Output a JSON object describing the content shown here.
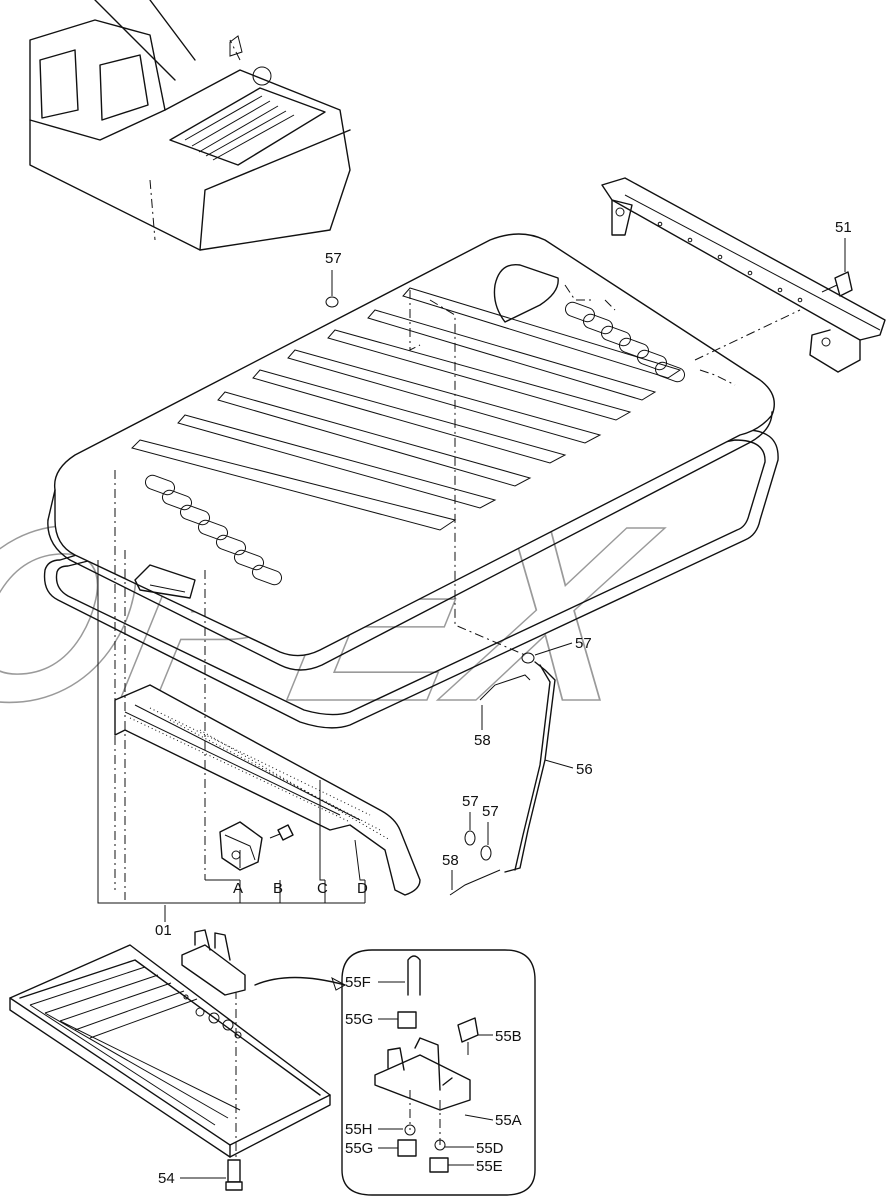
{
  "watermark": "OPEX",
  "callouts": {
    "p01": "01",
    "p51": "51",
    "p54": "54",
    "p55A": "55A",
    "p55B": "55B",
    "p55D": "55D",
    "p55E": "55E",
    "p55F": "55F",
    "p55G_top": "55G",
    "p55G_bottom": "55G",
    "p55H": "55H",
    "p56": "56",
    "p57_top": "57",
    "p57_right": "57",
    "p57_lower_left": "57",
    "p57_lower_right": "57",
    "p58_upper": "58",
    "p58_lower": "58",
    "subA": "A",
    "subB": "B",
    "subC": "C",
    "subD": "D"
  }
}
